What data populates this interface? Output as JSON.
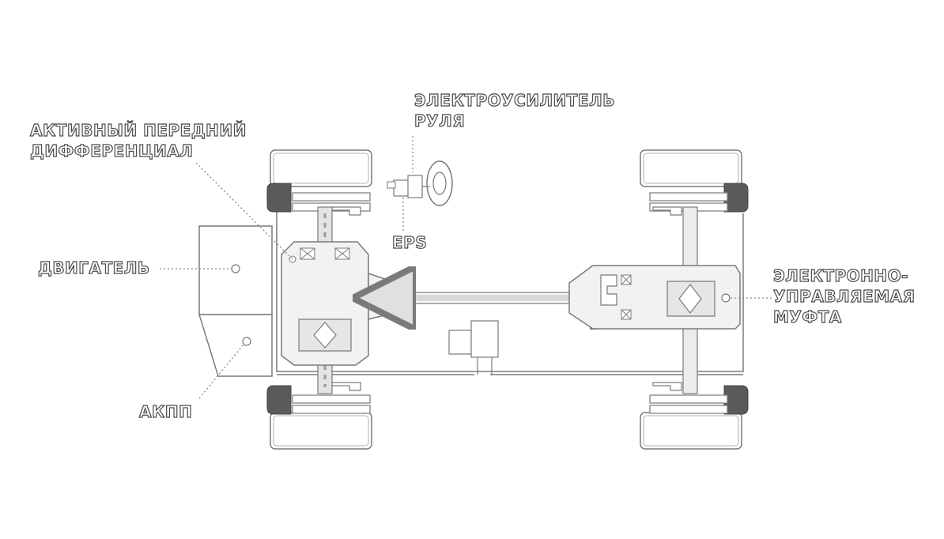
{
  "labels": {
    "active_front_diff": [
      "АКТИВНЫЙ ПЕРЕДНИЙ",
      "ДИФФЕРЕНЦИАЛ"
    ],
    "steering_assist": [
      "ЭЛЕКТРОУСИЛИТЕЛЬ",
      "РУЛЯ"
    ],
    "eps": "EPS",
    "engine": "ДВИГАТЕЛЬ",
    "transmission": "АКПП",
    "electronic_coupling": [
      "ЭЛЕКТРОННО-",
      "УПРАВЛЯЕМАЯ",
      "МУФТА"
    ]
  },
  "colors": {
    "line": "#7a7a7a",
    "fill": "#ececec",
    "tire_dark": "#5a5a5a",
    "label_stroke": "#4a4a4a"
  }
}
